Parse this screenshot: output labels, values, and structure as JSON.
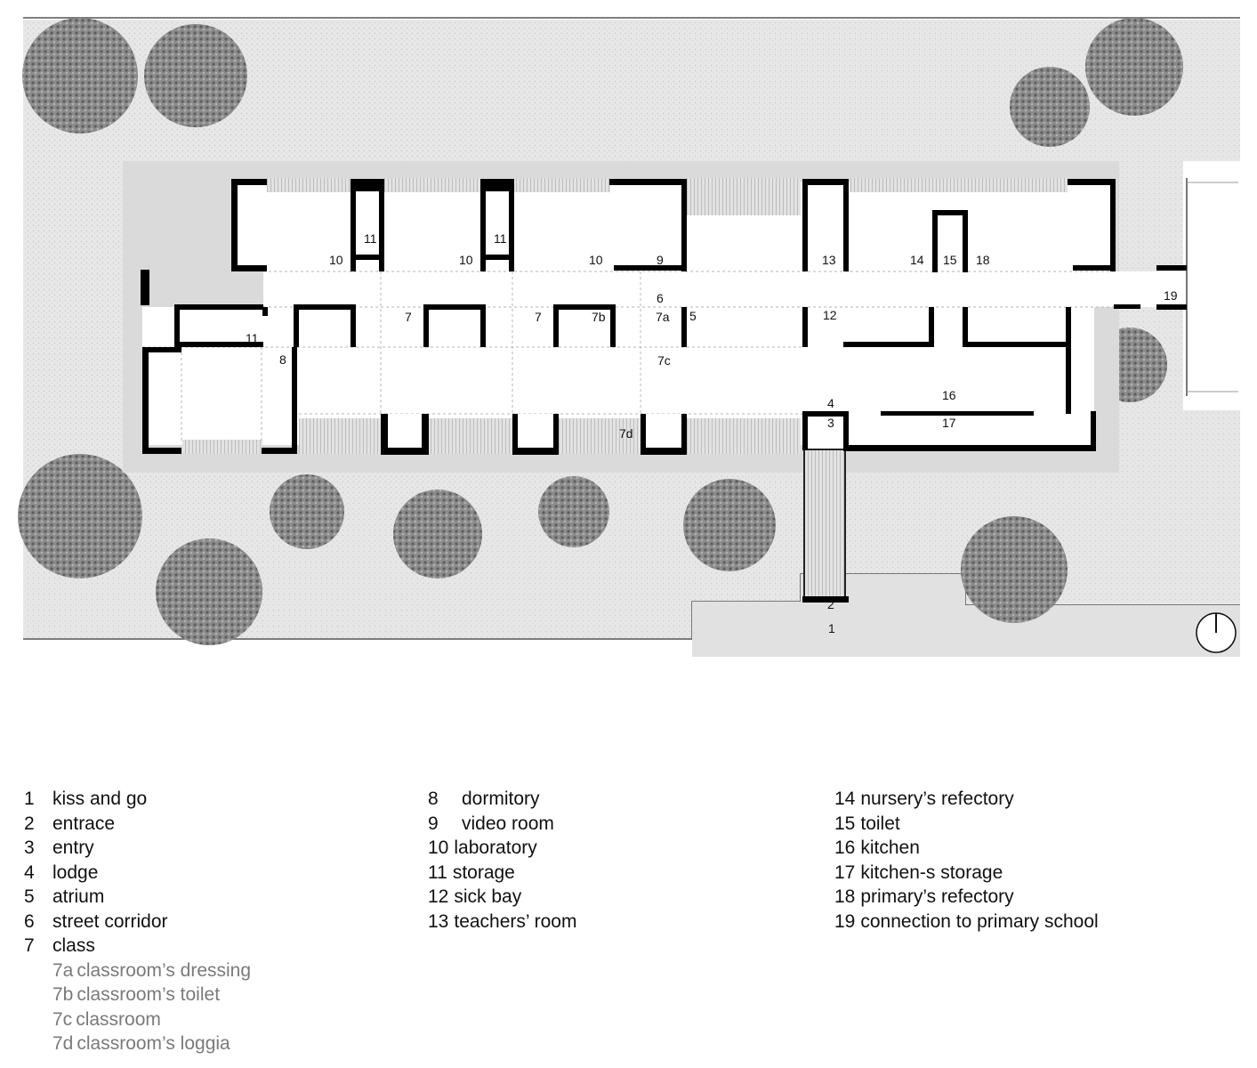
{
  "plan_labels": [
    "1",
    "2",
    "3",
    "4",
    "5",
    "6",
    "7",
    "7",
    "7a",
    "7b",
    "7c",
    "7d",
    "8",
    "9",
    "10",
    "10",
    "10",
    "11",
    "11",
    "11",
    "12",
    "13",
    "14",
    "15",
    "16",
    "17",
    "18",
    "19"
  ],
  "legend": {
    "col1": [
      {
        "num": "1",
        "text": "kiss and go"
      },
      {
        "num": "2",
        "text": "entrace"
      },
      {
        "num": "3",
        "text": "entry"
      },
      {
        "num": "4",
        "text": "lodge"
      },
      {
        "num": "5",
        "text": "atrium"
      },
      {
        "num": "6",
        "text": "street corridor"
      },
      {
        "num": "7",
        "text": "class"
      }
    ],
    "col1_sub": [
      {
        "num": "7a",
        "text": "classroom’s dressing"
      },
      {
        "num": "7b",
        "text": "classroom’s toilet"
      },
      {
        "num": "7c",
        "text": "classroom"
      },
      {
        "num": "7d",
        "text": "classroom’s loggia"
      }
    ],
    "col2": [
      {
        "num": "8",
        "text": "dormitory"
      },
      {
        "num": "9",
        "text": "video room"
      },
      {
        "num": "10",
        "text": "laboratory"
      },
      {
        "num": "11",
        "text": "storage"
      },
      {
        "num": "12",
        "text": "sick bay"
      },
      {
        "num": "13",
        "text": "teachers’ room"
      }
    ],
    "col3": [
      {
        "num": "14",
        "text": "nursery’s refectory"
      },
      {
        "num": "15",
        "text": "toilet"
      },
      {
        "num": "16",
        "text": "kitchen"
      },
      {
        "num": "17",
        "text": "kitchen-s storage"
      },
      {
        "num": "18",
        "text": "primary’s refectory"
      },
      {
        "num": "19",
        "text": "connection to primary school"
      }
    ]
  }
}
